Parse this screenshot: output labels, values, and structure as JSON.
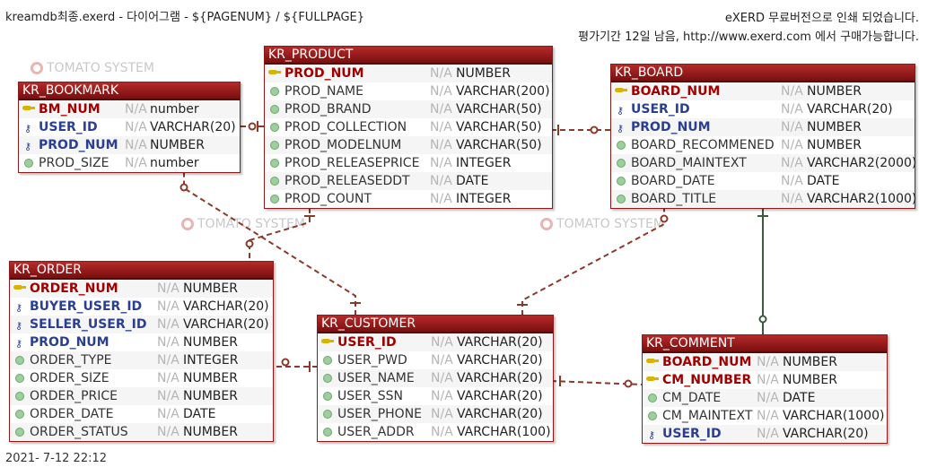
{
  "header": {
    "left": "kreamdb최종.exerd - 다이어그램 - ${PAGENUM} / ${FULLPAGE}",
    "right_line1": "eXERD 무료버전으로 인쇄 되었습니다.",
    "right_line2": "평가기간 12일 남음, http://www.exerd.com 에서 구매가능합니다."
  },
  "footer": {
    "timestamp": "2021- 7-12 22:12"
  },
  "watermark": {
    "text": "TOMATO SYSTEM"
  },
  "nullable_marker": "N/A",
  "entities": {
    "bookmark": {
      "title": "KR_BOOKMARK",
      "rows": [
        {
          "name": "BM_NUM",
          "nn": "N/A",
          "type": "number",
          "kind": "pk"
        },
        {
          "name": "USER_ID",
          "nn": "N/A",
          "type": "VARCHAR(20)",
          "kind": "fk"
        },
        {
          "name": "PROD_NUM",
          "nn": "N/A",
          "type": "NUMBER",
          "kind": "fk"
        },
        {
          "name": "PROD_SIZE",
          "nn": "N/A",
          "type": "number",
          "kind": "col"
        }
      ]
    },
    "product": {
      "title": "KR_PRODUCT",
      "rows": [
        {
          "name": "PROD_NUM",
          "nn": "N/A",
          "type": "NUMBER",
          "kind": "pk"
        },
        {
          "name": "PROD_NAME",
          "nn": "N/A",
          "type": "VARCHAR(200)",
          "kind": "col"
        },
        {
          "name": "PROD_BRAND",
          "nn": "N/A",
          "type": "VARCHAR(50)",
          "kind": "col"
        },
        {
          "name": "PROD_COLLECTION",
          "nn": "N/A",
          "type": "VARCHAR(50)",
          "kind": "col"
        },
        {
          "name": "PROD_MODELNUM",
          "nn": "N/A",
          "type": "VARCHAR(50)",
          "kind": "col"
        },
        {
          "name": "PROD_RELEASEPRICE",
          "nn": "N/A",
          "type": "INTEGER",
          "kind": "col"
        },
        {
          "name": "PROD_RELEASEDDT",
          "nn": "N/A",
          "type": "DATE",
          "kind": "col"
        },
        {
          "name": "PROD_COUNT",
          "nn": "N/A",
          "type": "INTEGER",
          "kind": "col"
        }
      ]
    },
    "board": {
      "title": "KR_BOARD",
      "rows": [
        {
          "name": "BOARD_NUM",
          "nn": "N/A",
          "type": "NUMBER",
          "kind": "pk"
        },
        {
          "name": "USER_ID",
          "nn": "N/A",
          "type": "VARCHAR(20)",
          "kind": "fk"
        },
        {
          "name": "PROD_NUM",
          "nn": "N/A",
          "type": "NUMBER",
          "kind": "fk"
        },
        {
          "name": "BOARD_RECOMMENED",
          "nn": "N/A",
          "type": "NUMBER",
          "kind": "col"
        },
        {
          "name": "BOARD_MAINTEXT",
          "nn": "N/A",
          "type": "VARCHAR2(2000)",
          "kind": "col"
        },
        {
          "name": "BOARD_DATE",
          "nn": "N/A",
          "type": "DATE",
          "kind": "col"
        },
        {
          "name": "BOARD_TITLE",
          "nn": "N/A",
          "type": "VARCHAR2(1000)",
          "kind": "col"
        }
      ]
    },
    "order": {
      "title": "KR_ORDER",
      "rows": [
        {
          "name": "ORDER_NUM",
          "nn": "N/A",
          "type": "NUMBER",
          "kind": "pk"
        },
        {
          "name": "BUYER_USER_ID",
          "nn": "N/A",
          "type": "VARCHAR(20)",
          "kind": "fk"
        },
        {
          "name": "SELLER_USER_ID",
          "nn": "N/A",
          "type": "VARCHAR(20)",
          "kind": "fk"
        },
        {
          "name": "PROD_NUM",
          "nn": "N/A",
          "type": "NUMBER",
          "kind": "fk"
        },
        {
          "name": "ORDER_TYPE",
          "nn": "N/A",
          "type": "INTEGER",
          "kind": "col"
        },
        {
          "name": "ORDER_SIZE",
          "nn": "N/A",
          "type": "NUMBER",
          "kind": "col"
        },
        {
          "name": "ORDER_PRICE",
          "nn": "N/A",
          "type": "NUMBER",
          "kind": "col"
        },
        {
          "name": "ORDER_DATE",
          "nn": "N/A",
          "type": "DATE",
          "kind": "col"
        },
        {
          "name": "ORDER_STATUS",
          "nn": "N/A",
          "type": "NUMBER",
          "kind": "col"
        }
      ]
    },
    "customer": {
      "title": "KR_CUSTOMER",
      "rows": [
        {
          "name": "USER_ID",
          "nn": "N/A",
          "type": "VARCHAR(20)",
          "kind": "pk"
        },
        {
          "name": "USER_PWD",
          "nn": "N/A",
          "type": "VARCHAR(20)",
          "kind": "col"
        },
        {
          "name": "USER_NAME",
          "nn": "N/A",
          "type": "VARCHAR(20)",
          "kind": "col"
        },
        {
          "name": "USER_SSN",
          "nn": "N/A",
          "type": "VARCHAR(20)",
          "kind": "col"
        },
        {
          "name": "USER_PHONE",
          "nn": "N/A",
          "type": "VARCHAR(20)",
          "kind": "col"
        },
        {
          "name": "USER_ADDR",
          "nn": "N/A",
          "type": "VARCHAR(100)",
          "kind": "col"
        }
      ]
    },
    "comment": {
      "title": "KR_COMMENT",
      "rows": [
        {
          "name": "BOARD_NUM",
          "nn": "N/A",
          "type": "NUMBER",
          "kind": "pkfk"
        },
        {
          "name": "CM_NUMBER",
          "nn": "N/A",
          "type": "NUMBER",
          "kind": "pk"
        },
        {
          "name": "CM_DATE",
          "nn": "N/A",
          "type": "DATE",
          "kind": "col"
        },
        {
          "name": "CM_MAINTEXT",
          "nn": "N/A",
          "type": "VARCHAR(1000)",
          "kind": "col"
        },
        {
          "name": "USER_ID",
          "nn": "N/A",
          "type": "VARCHAR(20)",
          "kind": "fk"
        }
      ]
    }
  },
  "colors": {
    "entity_header": "#8b1a1a",
    "relation_line": "#8b3a2a",
    "identifying_line": "#3d5a3d"
  }
}
